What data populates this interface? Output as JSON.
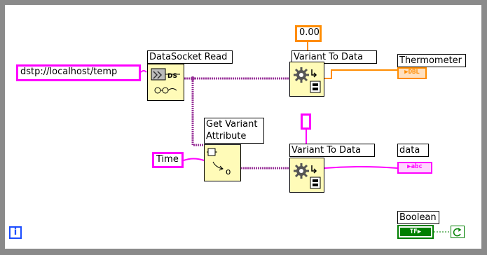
{
  "constants": {
    "url": "dstp://localhost/temp",
    "numeric": "0.00",
    "attribute_name": "Time",
    "empty_string": ""
  },
  "nodes": {
    "datasocket_read": "DataSocket Read",
    "variant_to_data_1": "Variant To Data",
    "variant_to_data_2": "Variant To Data",
    "get_variant_attribute": "Get Variant Attribute"
  },
  "indicators": {
    "thermometer_label": "Thermometer",
    "thermometer_type": "DBL",
    "data_label": "data",
    "data_type": "abc"
  },
  "controls": {
    "boolean_label": "Boolean",
    "boolean_type": "TF"
  },
  "icons": {
    "datasocket_read": "datasocket-read-icon",
    "variant_to_data": "gear-convert-icon",
    "get_variant_attribute": "get-attribute-icon",
    "loop_stop": "loop-stop-icon",
    "info": "info-icon"
  },
  "colors": {
    "variant_wire": "#993399",
    "string_wire": "#ff00ff",
    "numeric_wire": "#ff8c00",
    "boolean_wire": "#008000",
    "node_fill": "#fffbb8",
    "frame": "#8a8a8a"
  }
}
